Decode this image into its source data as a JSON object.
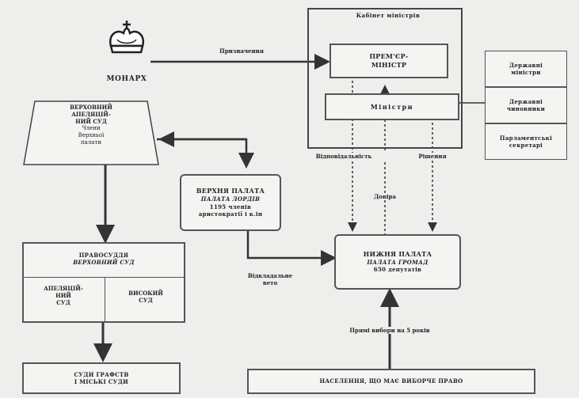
{
  "monarch": {
    "label": "МОНАРХ"
  },
  "cabinet": {
    "title": "Кабінет міністрів"
  },
  "pm": {
    "line1": "ПРЕМ'ЄР-",
    "line2": "МІНІСТР"
  },
  "ministers": {
    "label": "Міністри"
  },
  "side_roles": [
    {
      "line1": "Державні",
      "line2": "міністри"
    },
    {
      "line1": "Державні",
      "line2": "чиновники"
    },
    {
      "line1": "Парламентські",
      "line2": "секретарі"
    }
  ],
  "supreme_court": {
    "line1": "ВЕРХОВНИЙ",
    "line2": "АПЕЛЯЦІЙ-",
    "line3": "НИЙ СУД",
    "line4": "Члени",
    "line5": "Верхньої",
    "line6": "палати"
  },
  "upper_house": {
    "title": "ВЕРХНЯ ПАЛАТА",
    "subtitle": "ПАЛАТА ЛОРДІВ",
    "line3": "1195 членів",
    "line4": "аристократії і к.ін"
  },
  "lower_house": {
    "title": "НИЖНЯ ПАЛАТА",
    "subtitle": "ПАЛАТА ГРОМАД",
    "line3": "650 депутатів"
  },
  "justice": {
    "line1": "ПРАВОСУДДЯ",
    "line2": "ВЕРХОВНИЙ СУД",
    "appeal_line1": "АПЕЛЯЦІЙ-",
    "appeal_line2": "НИЙ",
    "appeal_line3": "СУД",
    "high_line1": "ВИСОКИЙ",
    "high_line2": "СУД"
  },
  "county_courts": {
    "line1": "СУДИ ГРАФСТВ",
    "line2": "І МІСЬКІ СУДИ"
  },
  "population": {
    "label": "НАСЕЛЕННЯ, ЩО МАЄ ВИБОРЧЕ ПРАВО"
  },
  "labels": {
    "appoints": "Призначення",
    "responsibility": "Відповідальність",
    "trust": "Довіра",
    "decisions": "Рішення",
    "veto_line1": "Відкладальне",
    "veto_line2": "вето",
    "elections": "Прямі вибори на 5 років"
  }
}
